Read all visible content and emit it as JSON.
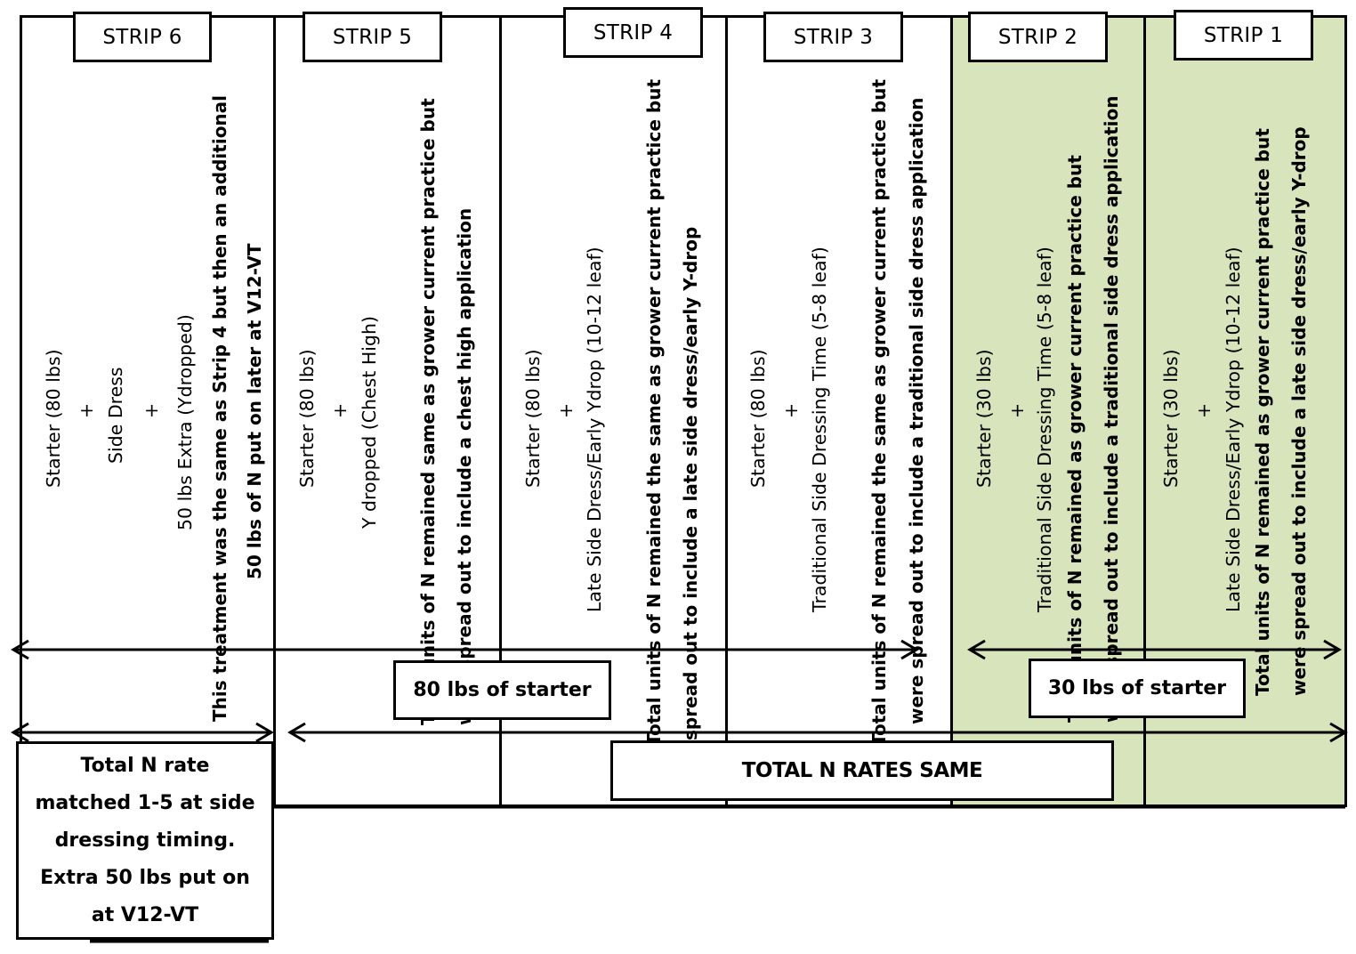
{
  "strips": [
    {
      "id": "strip-6",
      "title": "STRIP 6",
      "fill": "#ffffff",
      "treatment_lines": [
        "Starter (80 lbs)",
        "+",
        "Side Dress",
        "+",
        "50 lbs Extra (Ydropped)"
      ],
      "description_lines": [
        "This treatment was the same as Strip 4 but then an additional",
        "50 lbs of N put on later at V12-VT"
      ]
    },
    {
      "id": "strip-5",
      "title": "STRIP 5",
      "fill": "#ffffff",
      "treatment_lines": [
        "Starter (80 lbs)",
        "+",
        "Y dropped (Chest High)"
      ],
      "description_lines": [
        "Total units of N remained same as grower current practice but",
        "were spread out to include a chest high application"
      ]
    },
    {
      "id": "strip-4",
      "title": "STRIP 4",
      "fill": "#ffffff",
      "treatment_lines": [
        "Starter (80 lbs)",
        "+",
        "Late Side Dress/Early Ydrop (10-12 leaf)"
      ],
      "description_lines": [
        "Total units of N remained the same as grower current practice but",
        "spread out to include a late side dress/early Y-drop"
      ]
    },
    {
      "id": "strip-3",
      "title": "STRIP 3",
      "fill": "#ffffff",
      "treatment_lines": [
        "Starter (80 lbs)",
        "+",
        "Traditional Side Dressing Time (5-8 leaf)"
      ],
      "description_lines": [
        "Total units of N remained the same as grower current practice but",
        "were spread out to include a traditional side dress application"
      ]
    },
    {
      "id": "strip-2",
      "title": "STRIP 2",
      "fill": "#d8e4bc",
      "treatment_lines": [
        "Starter (30 lbs)",
        "+",
        "Traditional Side Dressing Time (5-8 leaf)"
      ],
      "description_lines": [
        "Total units of N remained as grower current practice but",
        "were spread out to include a traditional side dress application"
      ]
    },
    {
      "id": "strip-1",
      "title": "STRIP 1",
      "fill": "#d8e4bc",
      "treatment_lines": [
        "Starter (30 lbs)",
        "+",
        "Late Side Dress/Early Ydrop (10-12 leaf)"
      ],
      "description_lines": [
        "Total units of N remained as grower current practice but",
        "were spread out to include a late side dress/early Y-drop"
      ]
    }
  ],
  "callouts": {
    "starter_80": "80 lbs of starter",
    "starter_30": "30 lbs of starter",
    "total_same": "TOTAL N RATES SAME",
    "strip6_note_lines": [
      "Total N rate",
      "matched 1-5 at side",
      "dressing timing.",
      "Extra 50 lbs put on",
      "at V12-VT"
    ]
  },
  "colors": {
    "green_fill": "#d8e4bc",
    "line": "#000000"
  }
}
